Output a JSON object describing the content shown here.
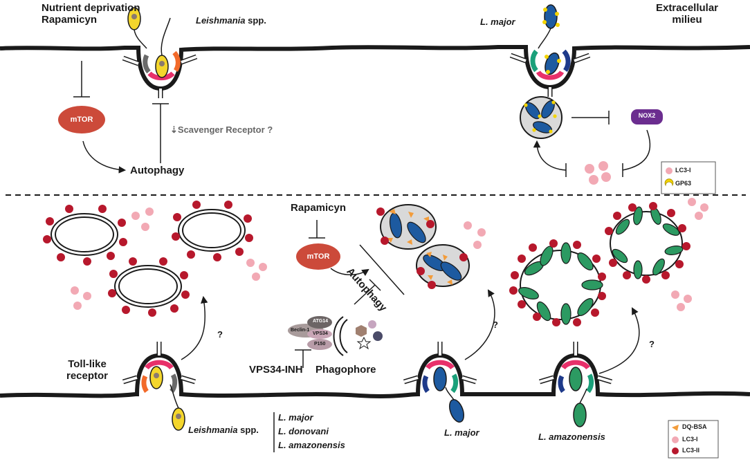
{
  "colors": {
    "lc3_i": "#f2a9b4",
    "lc3_ii": "#b7182c",
    "mtor": "#cc4a3a",
    "nox2": "#6b2d8f",
    "gp63": "#f3d400",
    "dq_bsa": "#f39c3a",
    "parasite_blue": "#1d5aa0",
    "parasite_green": "#2c9a62",
    "parasite_yellow": "#f4d62c",
    "receptor_pink": "#e8306a",
    "receptor_orange": "#f26a2a",
    "receptor_grey": "#6a6a6a",
    "receptor_navy": "#1e3a8a",
    "receptor_teal": "#1aa07a",
    "membrane": "#1a1a1a"
  },
  "top_left": {
    "stimulus_line1": "Nutrient deprivation",
    "stimulus_line2": "Rapamicyn",
    "parasite": "Leishmania",
    "parasite_suffix": " spp.",
    "mtor": "mTOR",
    "autophagy": "Autophagy",
    "scavenger": "Scavenger Receptor ?",
    "scavenger_icon": "dashed-down-arrow-icon"
  },
  "top_right": {
    "species": "L. major",
    "milieu_line1": "Extracellular",
    "milieu_line2": "milieu",
    "nox2": "NOX2"
  },
  "legend_top": {
    "items": [
      {
        "label": "LC3-I",
        "icon": "pink-circle-icon"
      },
      {
        "label": "GP63",
        "icon": "yellow-crescent-icon"
      }
    ]
  },
  "bottom": {
    "rapamicyn": "Rapamicyn",
    "mtor": "mTOR",
    "autophagy": "Autophagy",
    "complex": {
      "atg14": "ATG14",
      "beclin": "Beclin-1",
      "vps34": "VPS34",
      "p150": "P150"
    },
    "vps34_inh": "VPS34-INH",
    "phagophore": "Phagophore",
    "toll_line1": "Toll-like",
    "toll_line2": "receptor",
    "question": "?",
    "leish_species": "Leishmania",
    "leish_suffix": " spp.",
    "species_list": [
      "L. major",
      "L. donovani",
      "L. amazonensis"
    ],
    "l_major": "L. major",
    "l_amazonensis": "L. amazonensis"
  },
  "legend_bottom": {
    "items": [
      {
        "label": "DQ-BSA",
        "icon": "orange-fragment-icon"
      },
      {
        "label": "LC3-I",
        "icon": "pink-circle-icon"
      },
      {
        "label": "LC3-II",
        "icon": "red-circle-icon"
      }
    ]
  }
}
